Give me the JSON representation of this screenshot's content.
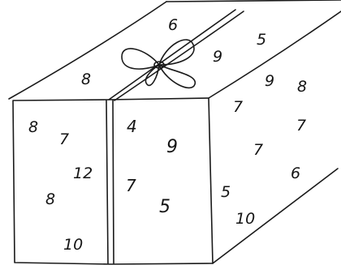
{
  "front_face": {
    "left_panel": [
      "8",
      "7",
      "12",
      "8",
      "10"
    ],
    "right_panel": [
      "4",
      "9",
      "7",
      "5"
    ]
  },
  "top_face": [
    "8",
    "6",
    "9",
    "5"
  ],
  "side_face": [
    "9",
    "8",
    "7",
    "7",
    "7",
    "6",
    "5",
    "10"
  ]
}
